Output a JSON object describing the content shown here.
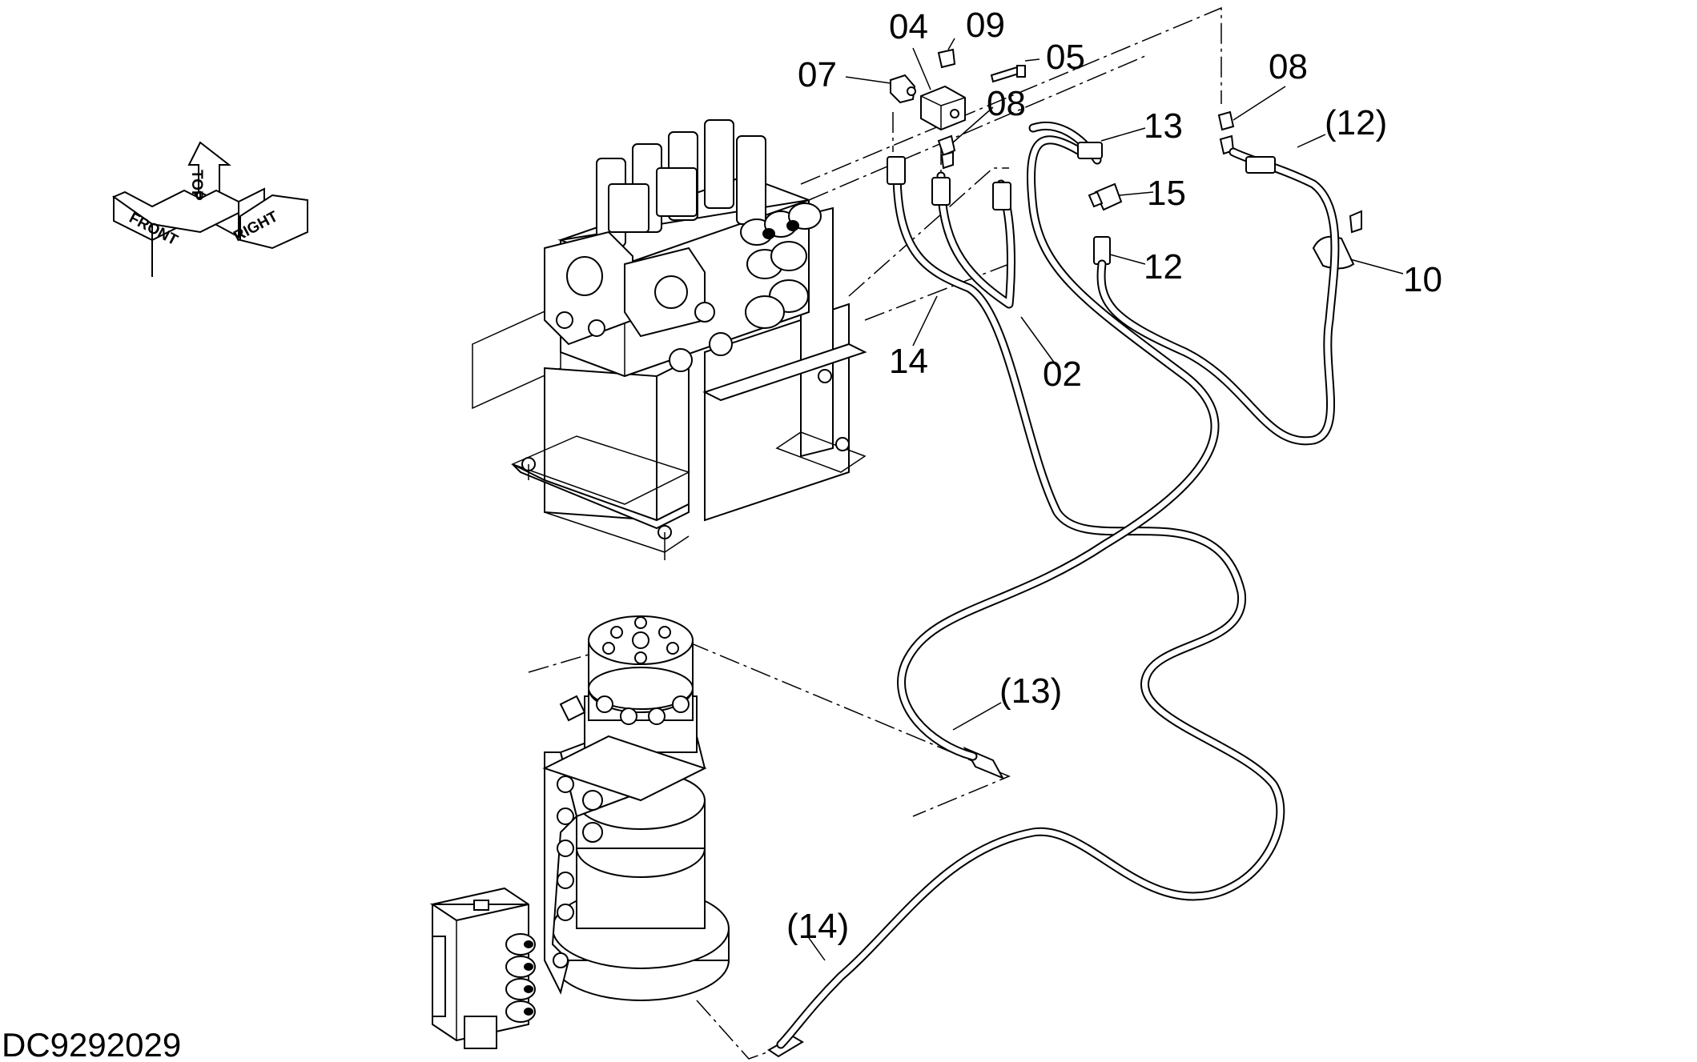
{
  "document_id": "DC9292029",
  "orientation": {
    "top": "TOP",
    "front": "FRONT",
    "right": "RIGHT"
  },
  "callouts": {
    "c04": "04",
    "c09": "09",
    "c07": "07",
    "c05": "05",
    "c08a": "08",
    "c08b": "08",
    "c12p": "(12)",
    "c13": "13",
    "c15": "15",
    "c12": "12",
    "c10": "10",
    "c14": "14",
    "c02": "02",
    "c13p": "(13)",
    "c14p": "(14)"
  }
}
